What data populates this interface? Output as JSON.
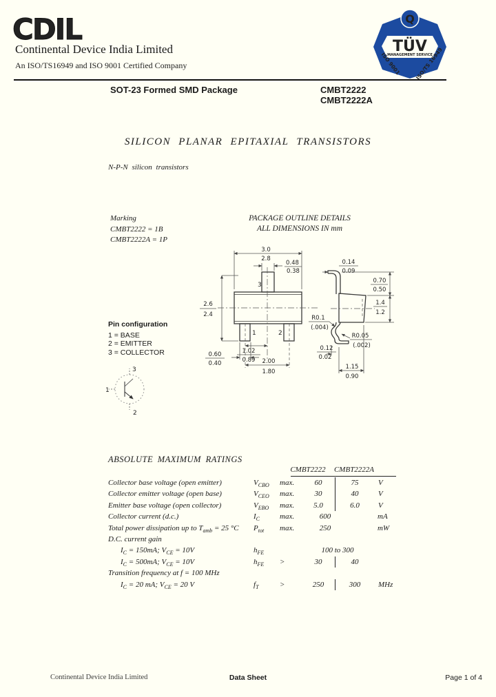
{
  "company": {
    "logo": "CDIL",
    "name": "Continental Device India Limited",
    "certification": "An ISO/TS16949 and ISO 9001 Certified Company"
  },
  "badge": {
    "q": "Q",
    "tuv": "TÜV",
    "service": "MANAGEMENT SERVICE",
    "left_band": "ISO 9001",
    "right_band": "ISO/TS 16949",
    "blue": "#1c4ba0"
  },
  "header": {
    "package": "SOT-23 Formed SMD Package",
    "part1": "CMBT2222",
    "part2": "CMBT2222A"
  },
  "title": "SILICON PLANAR EPITAXIAL TRANSISTORS",
  "subtitle": "N-P-N silicon transistors",
  "marking": {
    "label": "Marking",
    "line1": "CMBT2222  = 1B",
    "line2": "CMBT2222A = 1P"
  },
  "outline": {
    "title": "PACKAGE OUTLINE DETAILS",
    "subtitle": "ALL DIMENSIONS IN mm"
  },
  "pin_config": {
    "title": "Pin configuration",
    "pins": [
      "1 = BASE",
      "2 = EMITTER",
      "3 = COLLECTOR"
    ]
  },
  "drawing": {
    "pins": {
      "p1": "1",
      "p2": "2",
      "p3": "3"
    },
    "dims": {
      "body_width_max": "3.0",
      "body_width_min": "2.8",
      "tab_width_max": "0.48",
      "tab_width_min": "0.38",
      "body_depth_max": "2.6",
      "body_depth_min": "2.4",
      "pitch_max": "1.02",
      "pitch_min": "0.89",
      "pin_width_max": "0.60",
      "pin_width_min": "0.40",
      "span_max": "2.00",
      "span_min": "1.80",
      "lead_thickness_max": "0.14",
      "lead_thickness_min": "0.09",
      "shoulder_max": "0.70",
      "shoulder_min": "0.50",
      "body_height_max": "1.4",
      "body_height_min": "1.2",
      "radius1": "R0.1",
      "radius1_inch": "(.004)",
      "radius2": "R0.05",
      "radius2_inch": "(.002)",
      "standoff_max": "0.12",
      "standoff_min": "0.02",
      "foot_max": "1.15",
      "foot_min": "0.90"
    }
  },
  "ratings": {
    "title": "ABSOLUTE MAXIMUM RATINGS",
    "col1": "CMBT2222",
    "col2": "CMBT2222A",
    "rows": [
      {
        "param": [
          "Collector base voltage (open emitter)"
        ],
        "symbol": [
          "V",
          {
            "sub": "CBO"
          }
        ],
        "limit": "max.",
        "v1": "60",
        "v2": "75",
        "unit": "V"
      },
      {
        "param": [
          "Collector emitter voltage (open base)"
        ],
        "symbol": [
          "V",
          {
            "sub": "CEO"
          }
        ],
        "limit": "max.",
        "v1": "30",
        "v2": "40",
        "unit": "V"
      },
      {
        "param": [
          "Emitter base voltage (open collector)"
        ],
        "symbol": [
          "V",
          {
            "sub": "EBO"
          }
        ],
        "limit": "max.",
        "v1": "5.0",
        "v2": "6.0",
        "unit": "V"
      },
      {
        "param": [
          "Collector current (d.c.)"
        ],
        "symbol": [
          "I",
          {
            "sub": "C"
          }
        ],
        "limit": "max.",
        "vspan": "600",
        "unit": "mA"
      },
      {
        "param": [
          "Total power dissipation up to T",
          {
            "sub": "amb"
          },
          " = 25 °C"
        ],
        "symbol": [
          "P",
          {
            "sub": "tot"
          }
        ],
        "limit": "max.",
        "vspan": "250",
        "unit": "mW"
      },
      {
        "param": [
          "D.C. current gain"
        ]
      },
      {
        "param": [
          "I",
          {
            "sub": "C"
          },
          " = 150mA; V",
          {
            "sub": "CE"
          },
          " = 10V"
        ],
        "symbol": [
          "h",
          {
            "sub": "FE"
          }
        ],
        "limit": "",
        "vspan": "100 to 300",
        "unit": ""
      },
      {
        "param": [
          "I",
          {
            "sub": "C"
          },
          " = 500mA; V",
          {
            "sub": "CE"
          },
          " = 10V"
        ],
        "symbol": [
          "h",
          {
            "sub": "FE"
          }
        ],
        "limit": ">",
        "v1": "30",
        "v2": "40",
        "unit": ""
      },
      {
        "param": [
          "Transition frequency at f = 100 MHz"
        ]
      },
      {
        "param": [
          "I",
          {
            "sub": "C"
          },
          " = 20 mA; V",
          {
            "sub": "CE"
          },
          " = 20 V"
        ],
        "symbol": [
          "f",
          {
            "sub": "T"
          }
        ],
        "limit": ">",
        "v1": "250",
        "v2": "300",
        "unit": "MHz"
      }
    ]
  },
  "footer": {
    "left": "Continental Device India Limited",
    "center": "Data Sheet",
    "right": "Page 1 of 4"
  }
}
